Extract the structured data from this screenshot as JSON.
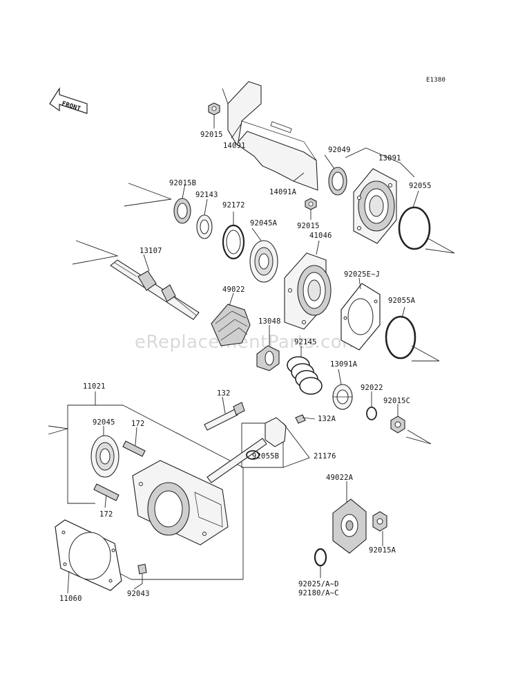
{
  "diagram_code": "E1380",
  "front_label": "FRONT",
  "watermark": "eReplacementParts.com",
  "labels": {
    "p92015_top": "92015",
    "p14091": "14091",
    "p92049": "92049",
    "p13091": "13091",
    "p92015b": "92015B",
    "p14091a": "14091A",
    "p92055": "92055",
    "p92143": "92143",
    "p92172": "92172",
    "p92015_mid": "92015",
    "p92045a": "92045A",
    "p41046": "41046",
    "p13107": "13107",
    "p92025": "92025E~J",
    "p49022": "49022",
    "p92055a": "92055A",
    "p13048": "13048",
    "p92145": "92145",
    "p13091a": "13091A",
    "p11021": "11021",
    "p132": "132",
    "p92022": "92022",
    "p92015c": "92015C",
    "p92045": "92045",
    "p172_top": "172",
    "p132a": "132A",
    "p92055b": "92055B",
    "p21176": "21176",
    "p172_bot": "172",
    "p49022a": "49022A",
    "p92015a": "92015A",
    "p11060": "11060",
    "p92043": "92043",
    "p92025ad": "92025/A~D",
    "p92180ac": "92180/A~C"
  }
}
